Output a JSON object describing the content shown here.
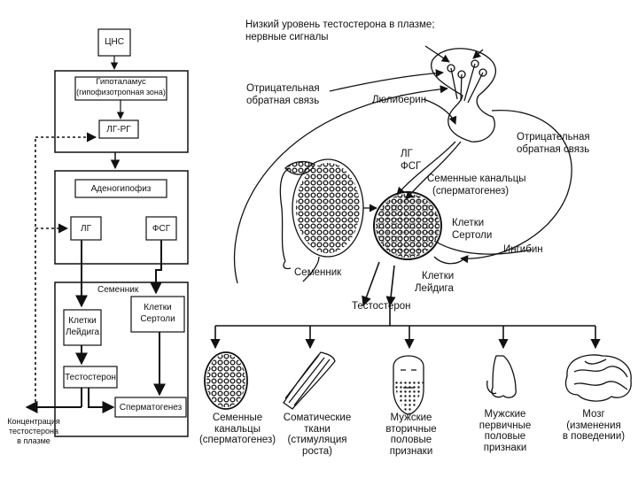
{
  "flowchart": {
    "cns": "ЦНС",
    "hypothalamus_line1": "Гипоталамус",
    "hypothalamus_line2": "(гипофизотропная зона)",
    "lh_rh": "ЛГ-РГ",
    "adenohypophysis": "Аденогипофиз",
    "lh": "ЛГ",
    "fsh": "ФСГ",
    "testis": "Семенник",
    "leydig_line1": "Клетки",
    "leydig_line2": "Лейдига",
    "sertoli_line1": "Клетки",
    "sertoli_line2": "Сертоли",
    "testosterone": "Тестостерон",
    "spermatogenesis": "Сперматогенез",
    "plasma_line1": "Концентрация",
    "plasma_line2": "тестостерона",
    "plasma_line3": "в плазме"
  },
  "scheme": {
    "top_line1": "Низкий уровень тестостерона в плазме;",
    "top_line2": "нервные сигналы",
    "neg_left_line1": "Отрицательная",
    "neg_left_line2": "обратная связь",
    "luliberin": "Люлиберин",
    "neg_right_line1": "Отрицательная",
    "neg_right_line2": "обратная связь",
    "lh": "ЛГ",
    "fsh": "ФСГ",
    "tubules_line1": "Семенные канальцы",
    "tubules_line2": "(сперматогенез)",
    "sertoli_line1": "Клетки",
    "sertoli_line2": "Сертоли",
    "inhibin": "Ингибин",
    "testis": "Семенник",
    "leydig_line1": "Клетки",
    "leydig_line2": "Лейдига",
    "testosterone": "Тестостерон"
  },
  "targets": [
    {
      "l1": "Семенные",
      "l2": "канальцы",
      "l3": "(сперматогенез)",
      "l4": ""
    },
    {
      "l1": "Соматические",
      "l2": "ткани",
      "l3": "(стимуляция",
      "l4": "роста)"
    },
    {
      "l1": "Мужские",
      "l2": "вторичные",
      "l3": "половые",
      "l4": "признаки"
    },
    {
      "l1": "Мужские",
      "l2": "первичные",
      "l3": "половые",
      "l4": "признаки"
    },
    {
      "l1": "Мозг",
      "l2": "(изменения",
      "l3": "в поведении)",
      "l4": ""
    }
  ]
}
